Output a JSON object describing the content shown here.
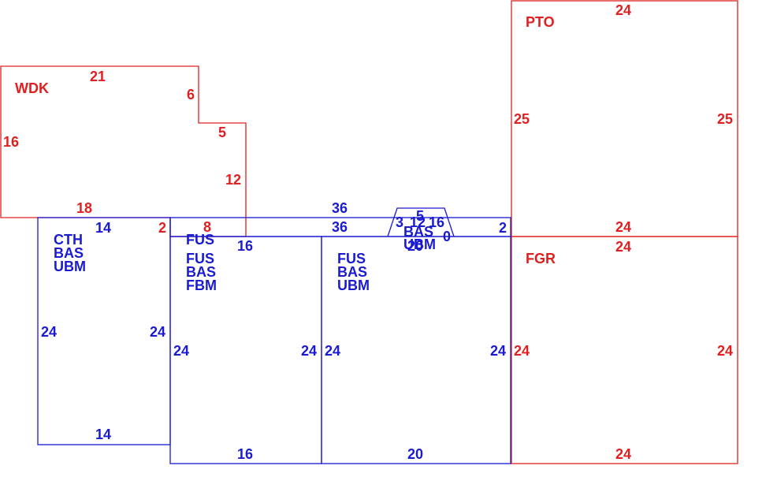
{
  "colors": {
    "red": "#e02020",
    "blue": "#1a1ad0",
    "background": "#ffffff"
  },
  "areas": {
    "wdk": {
      "code": "WDK",
      "dims": {
        "top": "21",
        "step_vertical": "6",
        "step_horizontal": "5",
        "right": "12",
        "left": "16",
        "bottom": "18"
      }
    },
    "pto": {
      "code": "PTO",
      "dims": {
        "top": "24",
        "left": "25",
        "right": "25",
        "bottom": "24"
      }
    },
    "fgr": {
      "code": "FGR",
      "dims": {
        "top": "24",
        "left": "24",
        "right": "24",
        "bottom": "24"
      }
    },
    "cth": {
      "codes": [
        "CTH",
        "BAS",
        "UBM"
      ],
      "dims": {
        "top": "14",
        "left": "24",
        "right": "24",
        "bottom": "14"
      }
    },
    "fus_top": {
      "code": "FUS",
      "dims": {
        "left_width": "2",
        "right_width": "8",
        "bottom": "16"
      }
    },
    "fus_left": {
      "codes": [
        "FUS",
        "BAS",
        "FBM"
      ],
      "dims": {
        "left": "24",
        "right": "24",
        "bottom": "16"
      }
    },
    "fus_right": {
      "codes": [
        "FUS",
        "BAS",
        "UBM"
      ],
      "dims": {
        "left": "24",
        "right": "24",
        "bottom": "20"
      }
    },
    "strip": {
      "dims": {
        "top": "36",
        "inner": "36",
        "right": "2"
      }
    },
    "bay": {
      "codes": [
        "BAS",
        "UBM"
      ],
      "dims": {
        "top": "5",
        "left": "3",
        "inner_left": "12",
        "right": "16",
        "bottom": "20",
        "side": "0"
      }
    }
  }
}
